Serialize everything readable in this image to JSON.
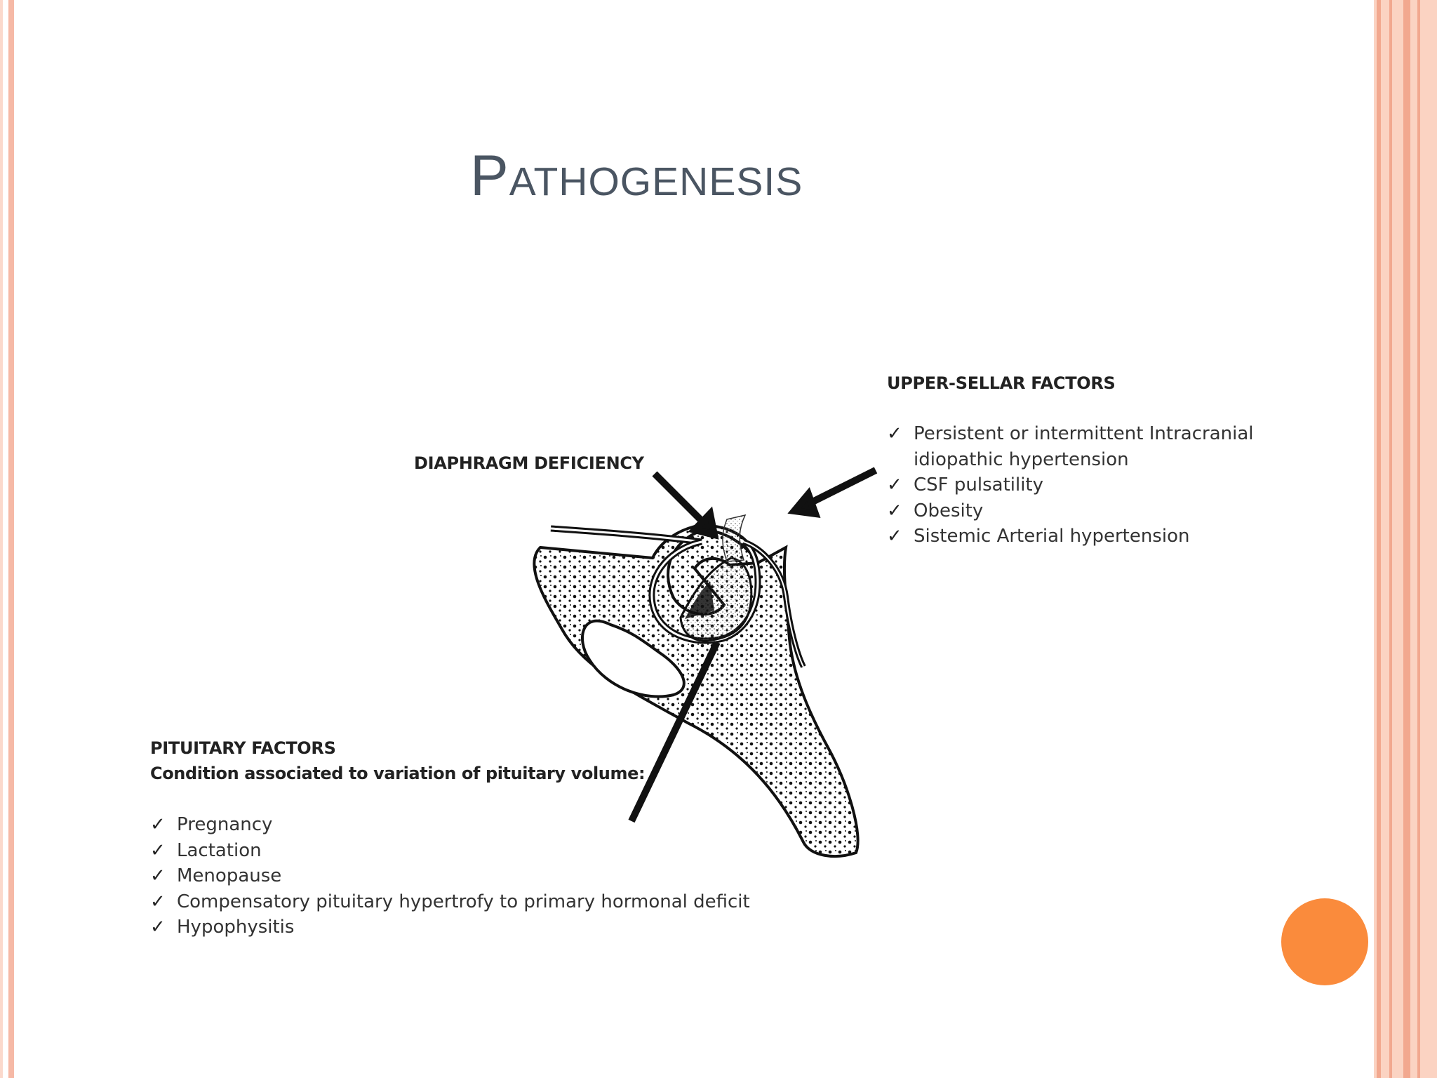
{
  "slide": {
    "title": "Pathogenesis",
    "accent_color": "#fa8b3c",
    "frame_color": "#f6b9a6"
  },
  "figure": {
    "diaphragm_label": "DIAPHRAGM DEFICIENCY",
    "upper_sellar": {
      "heading": "UPPER-SELLAR FACTORS",
      "items": [
        "Persistent or intermittent Intracranial",
        "idiopathic hypertension",
        "CSF pulsatility",
        "Obesity",
        "Sistemic Arterial hypertension"
      ]
    },
    "pituitary": {
      "heading": "PITUITARY FACTORS",
      "subheading": "Condition associated to variation of pituitary volume:",
      "items": [
        "Pregnancy",
        "Lactation",
        "Menopause",
        "Compensatory pituitary hypertrofy to primary hormonal deficit",
        "Hypophysitis"
      ]
    },
    "check_icon": "checkmark-icon"
  }
}
